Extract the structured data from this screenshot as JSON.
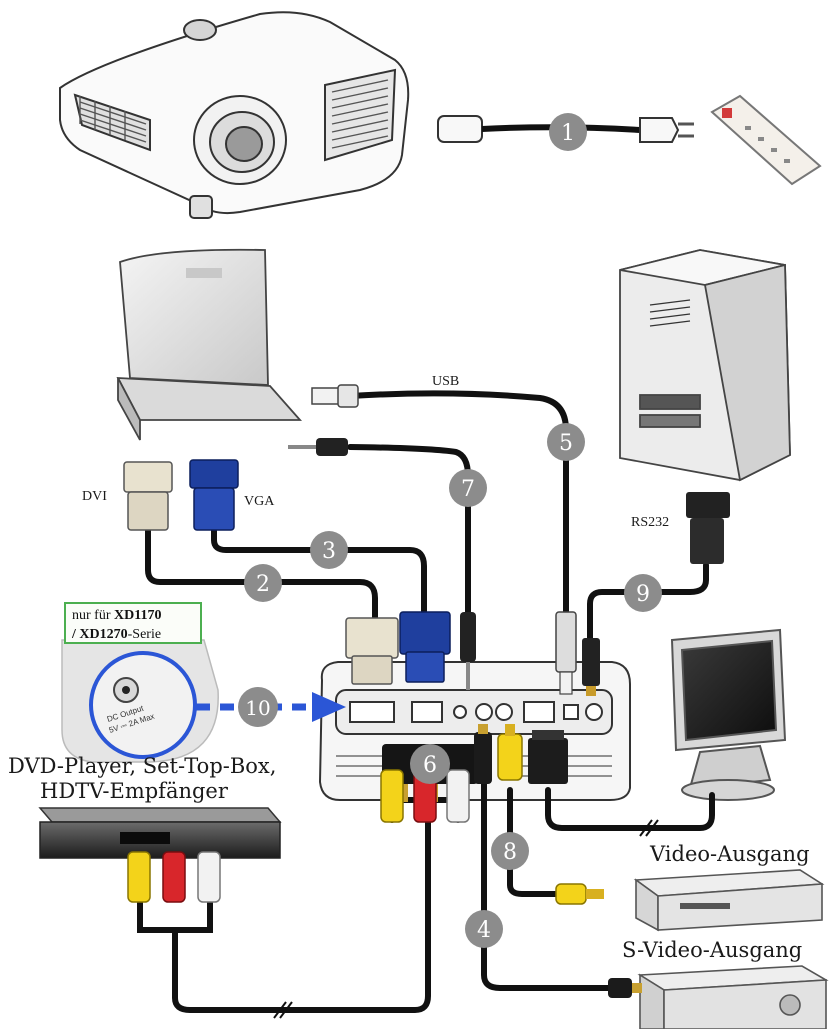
{
  "labels": {
    "usb": "USB",
    "dvi": "DVI",
    "vga": "VGA",
    "rs232": "RS232",
    "dvd_line1": "DVD-Player, Set-Top-Box,",
    "dvd_line2": "HDTV-Empfänger",
    "video_out": "Video-Ausgang",
    "svideo_out": "S-Video-Ausgang",
    "note_prefix": "nur für ",
    "note_model1": "XD1170",
    "note_slash": "/ ",
    "note_model2": "XD1270",
    "note_suffix": "-Serie",
    "dc_label1": "DC Output",
    "dc_label2": "5V ⎓ 2A Max"
  },
  "callouts": [
    "1",
    "2",
    "3",
    "4",
    "5",
    "6",
    "7",
    "8",
    "9",
    "10"
  ],
  "colors": {
    "cable": "#111111",
    "callout_fill": "#8c8c8c",
    "callout_text": "#ffffff",
    "vga_blue": "#1f3f9e",
    "dvi_beige": "#e8e2cf",
    "rca_yellow": "#f3d31a",
    "rca_red": "#d8262b",
    "rca_white": "#f2f2f2",
    "arrow_blue": "#2b56d6",
    "note_border": "#4caf50"
  }
}
